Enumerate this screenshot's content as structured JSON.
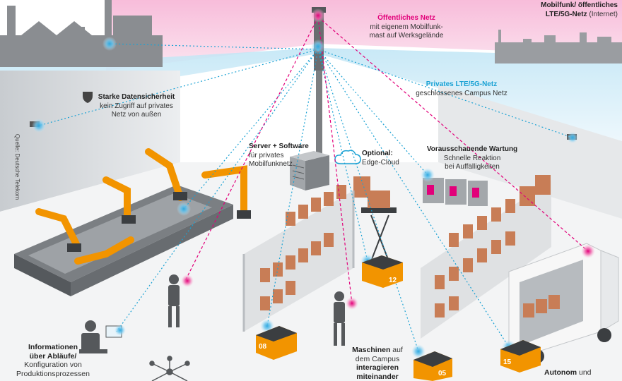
{
  "labels": {
    "mobilfunk_title": "Mobilfunk/ öffentliches",
    "mobilfunk_title2": "LTE/5G-Netz",
    "mobilfunk_sub": "(Internet)",
    "oeffentlich_title": "Öffentliches Netz",
    "oeffentlich_line1": "mit eigenem Mobilfunk-",
    "oeffentlich_line2": "mast auf Werksgelände",
    "privat_title": "Privates LTE/5G-Netz",
    "privat_sub": "geschlossenes Campus Netz",
    "security_title": "Starke Datensicherheit",
    "security_line1": "kein Zugriff auf privates",
    "security_line2": "Netz von außen",
    "server_title": "Server + Software",
    "server_line1": "für privates",
    "server_line2": "Mobilfunknetz",
    "edge_title": "Optional:",
    "edge_sub": "Edge-Cloud",
    "wartung_title": "Vorausschauende Wartung",
    "wartung_line1": "Schnelle Reaktion",
    "wartung_line2": "bei Auffälligkeiten",
    "info_title1": "Informationen",
    "info_title2": "über Abläufe/",
    "info_line1": "Konfiguration von",
    "info_line2": "Produktionsprozessen",
    "maschinen_title": "Maschinen",
    "maschinen_auf": "auf",
    "maschinen_line1": "dem Campus",
    "maschinen_title2": "interagieren",
    "maschinen_title3": "miteinander",
    "autonom_title": "Autonom",
    "autonom_und": "und",
    "source": "Quelle: Deutsche Telekom"
  },
  "agv_labels": [
    "08",
    "12",
    "05",
    "15"
  ],
  "colors": {
    "magenta": "#e2007a",
    "cyan": "#1ba2d4",
    "robot_orange": "#f29400",
    "box_brown": "#c87d56",
    "shelf_grey": "#b9bdc1"
  }
}
